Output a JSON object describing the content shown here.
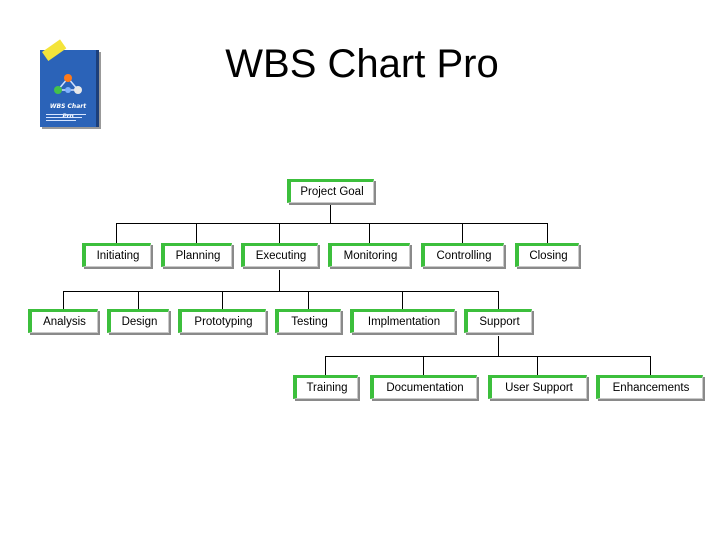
{
  "slide": {
    "title": "WBS Chart Pro"
  },
  "diagram": {
    "root": "Project Goal",
    "phases": [
      "Initiating",
      "Planning",
      "Executing",
      "Monitoring",
      "Controlling",
      "Closing"
    ],
    "executing_children": [
      "Analysis",
      "Design",
      "Prototyping",
      "Testing",
      "Implmentation",
      "Support"
    ],
    "support_children": [
      "Training",
      "Documentation",
      "User Support",
      "Enhancements"
    ],
    "colors": {
      "node_accent": "#3cbf3c",
      "connector": "#000000",
      "box_art": "#2b63b8"
    }
  }
}
